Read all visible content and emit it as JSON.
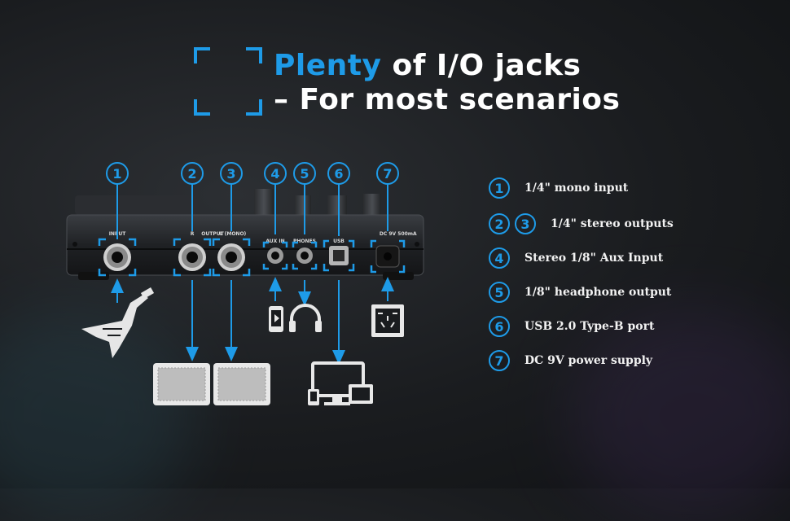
{
  "title": {
    "line1_highlight": "Plenty",
    "line1_rest": " of I/O jacks",
    "line2": "– For most scenarios"
  },
  "colors": {
    "accent": "#1e9be8",
    "background": "#1c1e21",
    "text": "#ffffff"
  },
  "panel_labels": {
    "input": "INPUT",
    "r": "R",
    "output": "OUTPUT",
    "l_mono": "L (MONO)",
    "aux_in": "AUX IN",
    "phones": "PHONES",
    "usb": "USB",
    "dc": "DC 9V",
    "ma": "500mA"
  },
  "callouts": [
    "1",
    "2",
    "3",
    "4",
    "5",
    "6",
    "7"
  ],
  "legend": [
    {
      "numbers": [
        "1"
      ],
      "text": "1/4\" mono input"
    },
    {
      "numbers": [
        "2",
        "3"
      ],
      "text": "1/4\" stereo outputs"
    },
    {
      "numbers": [
        "4"
      ],
      "text": "Stereo 1/8\" Aux Input"
    },
    {
      "numbers": [
        "5"
      ],
      "text": "1/8\" headphone output"
    },
    {
      "numbers": [
        "6"
      ],
      "text": "USB 2.0 Type-B port"
    },
    {
      "numbers": [
        "7"
      ],
      "text": "DC 9V power supply"
    }
  ],
  "icons": [
    "guitar-icon",
    "amplifier-icon",
    "phone-icon",
    "headphones-icon",
    "computer-icon",
    "power-outlet-icon"
  ]
}
